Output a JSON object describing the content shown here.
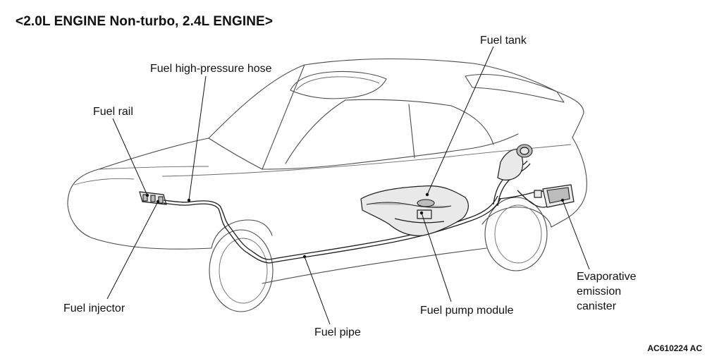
{
  "title": "<2.0L ENGINE Non-turbo, 2.4L ENGINE>",
  "reference_code": "AC610224 AC",
  "labels": {
    "fuel_tank": "Fuel tank",
    "fuel_high_pressure_hose": "Fuel high-pressure hose",
    "fuel_rail": "Fuel rail",
    "fuel_injector": "Fuel injector",
    "fuel_pipe": "Fuel pipe",
    "fuel_pump_module": "Fuel pump module",
    "evaporative_canister_line1": "Evaporative",
    "evaporative_canister_line2": "emission",
    "evaporative_canister_line3": "canister"
  }
}
